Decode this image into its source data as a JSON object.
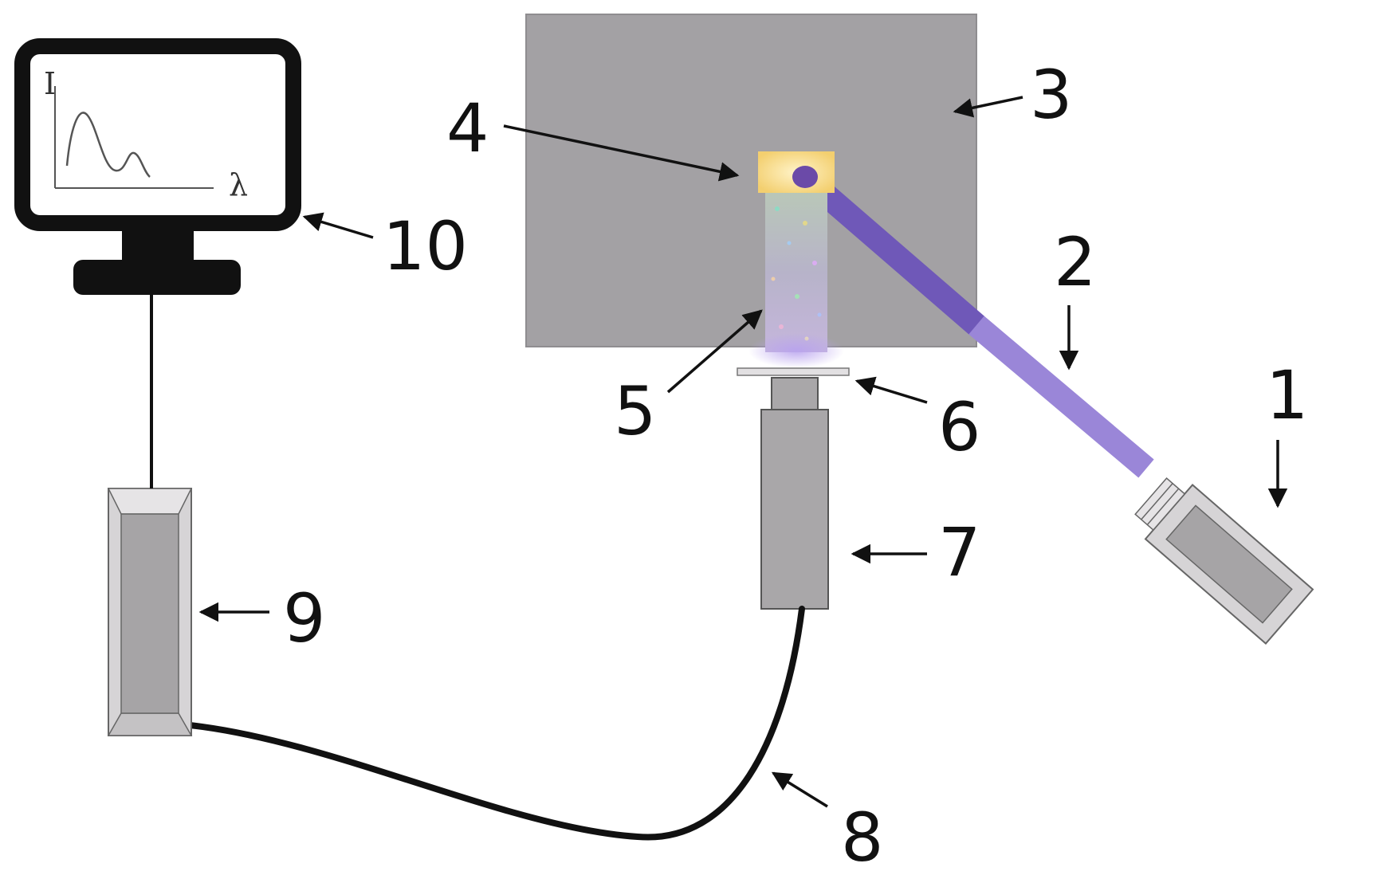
{
  "labels": {
    "l1": "1",
    "l2": "2",
    "l3": "3",
    "l4": "4",
    "l5": "5",
    "l6": "6",
    "l7": "7",
    "l8": "8",
    "l9": "9",
    "l10": "10"
  },
  "monitor": {
    "y_axis_label": "I",
    "x_axis_label": "λ"
  },
  "colors": {
    "chamber": "#a3a1a4",
    "laser_beam": "#7a5bd0",
    "sample_top": "#f3d27a",
    "device_gray": "#a9a7a9",
    "device_light": "#d6d4d6",
    "line": "#111111"
  }
}
